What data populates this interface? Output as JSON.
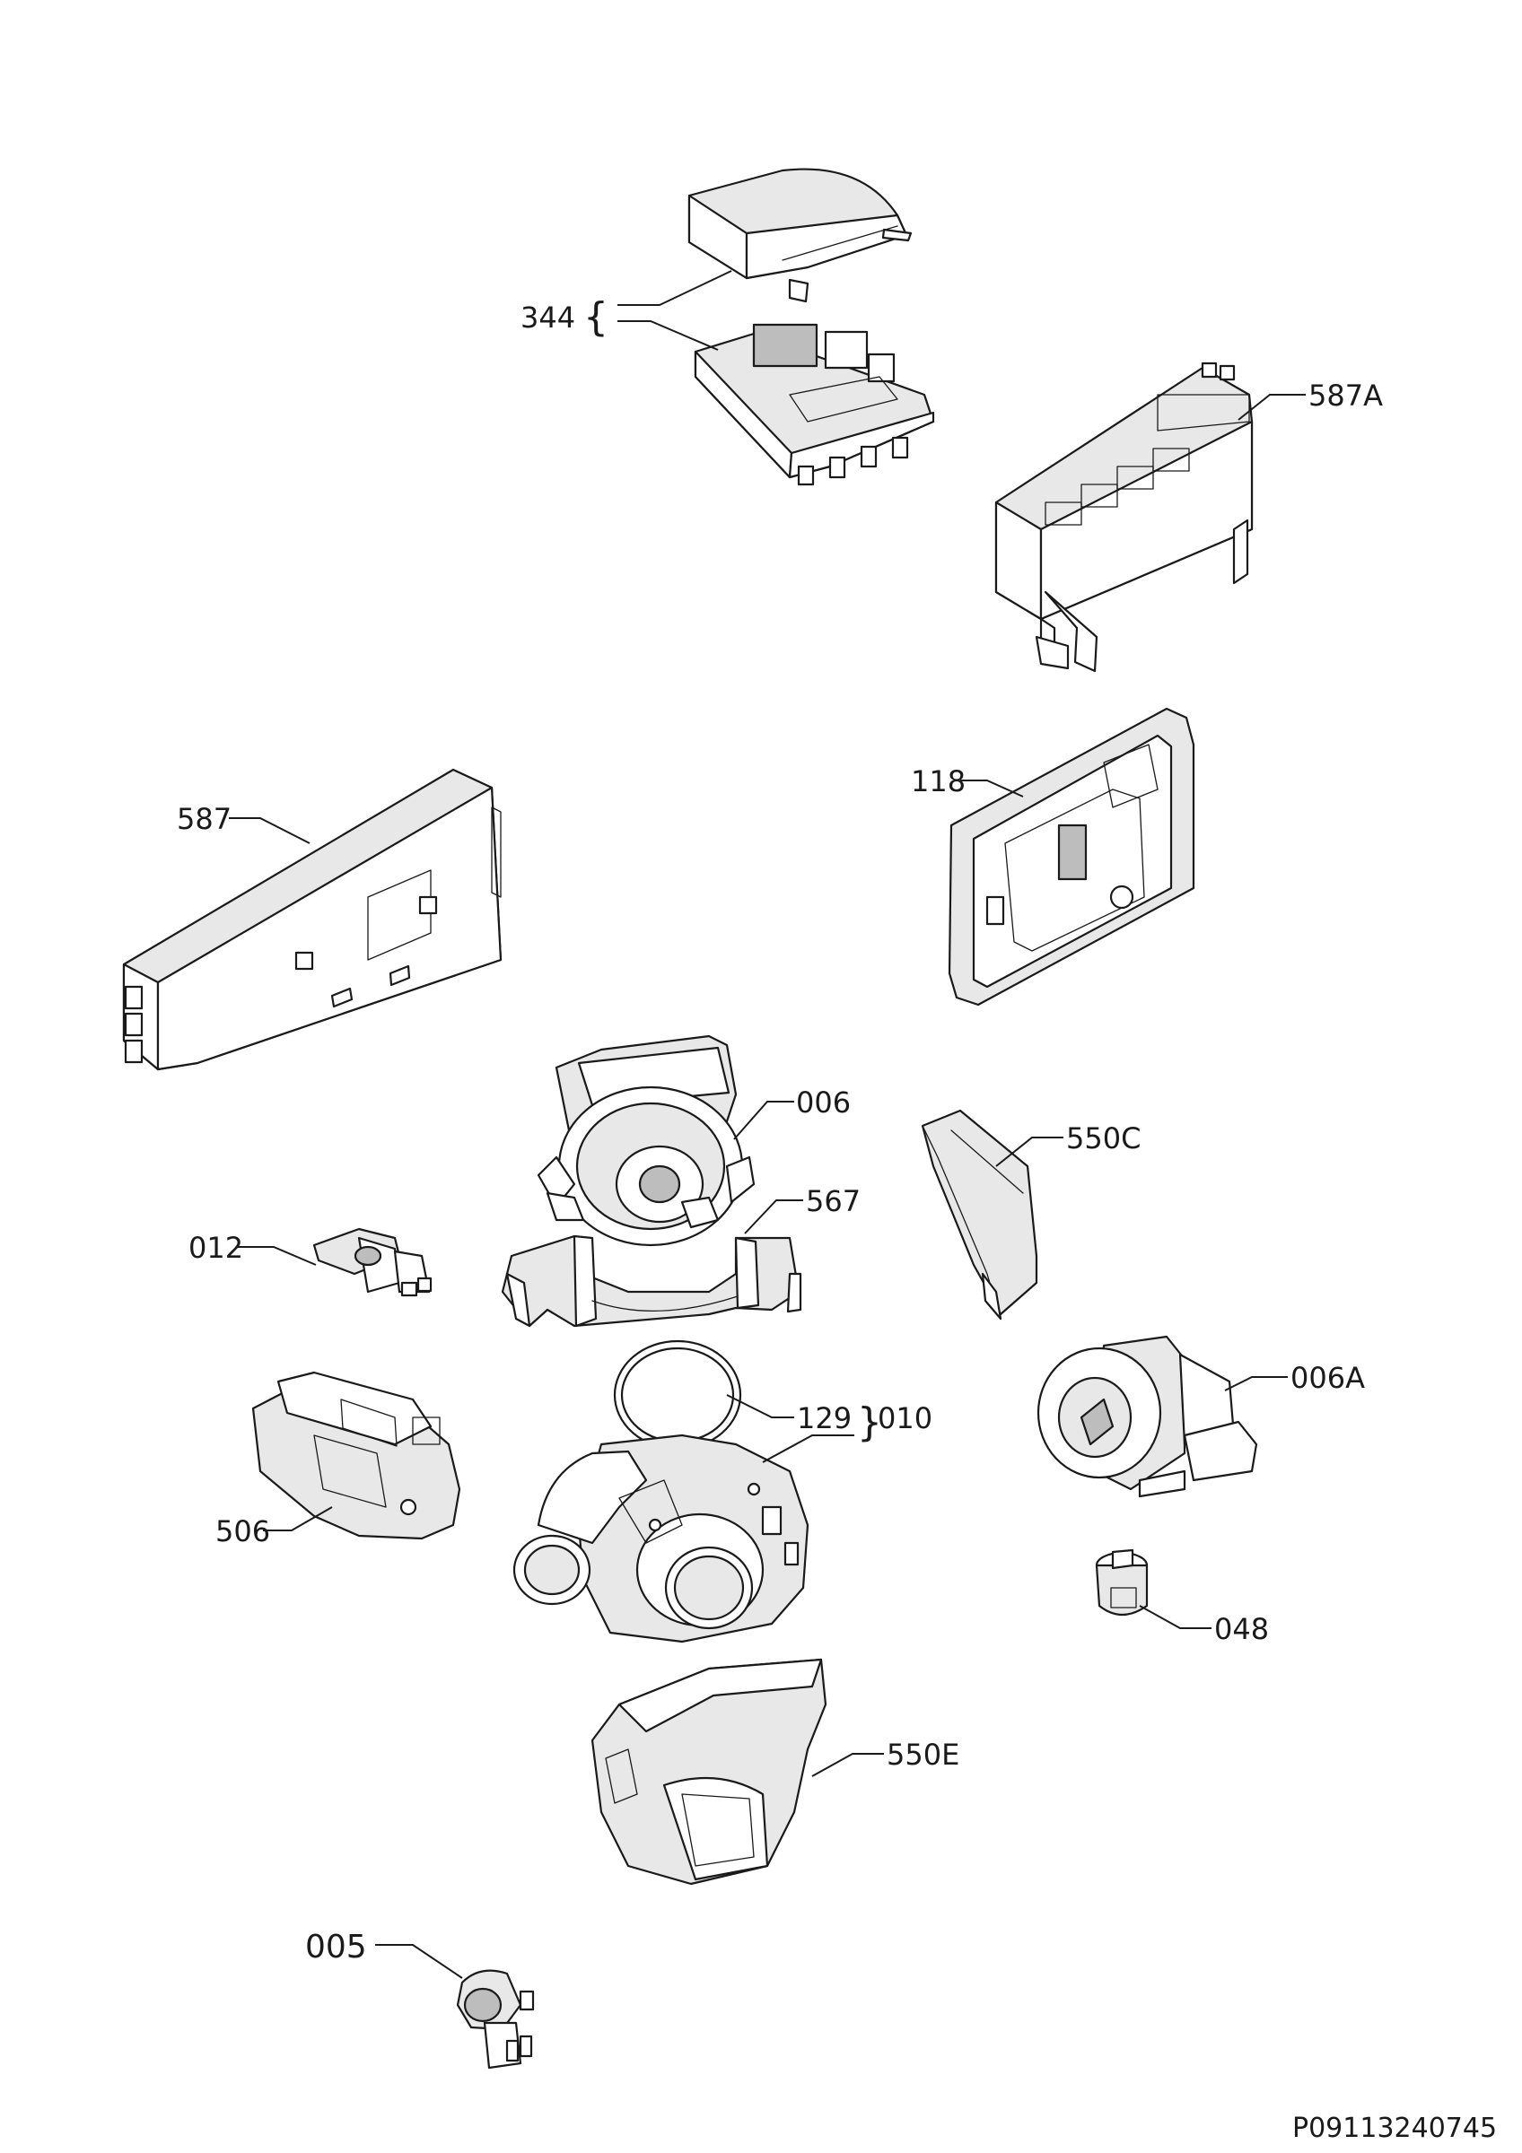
{
  "callouts": {
    "c344": "344",
    "c587A": "587A",
    "c587": "587",
    "c118": "118",
    "c006": "006",
    "c550C": "550C",
    "c567": "567",
    "c012": "012",
    "c129": "129",
    "c010": "010",
    "c006A": "006A",
    "c506": "506",
    "c048": "048",
    "c550E": "550E",
    "c005": "005"
  },
  "brace_344": "{",
  "brace_010": "}",
  "document_id": "P09113240745"
}
